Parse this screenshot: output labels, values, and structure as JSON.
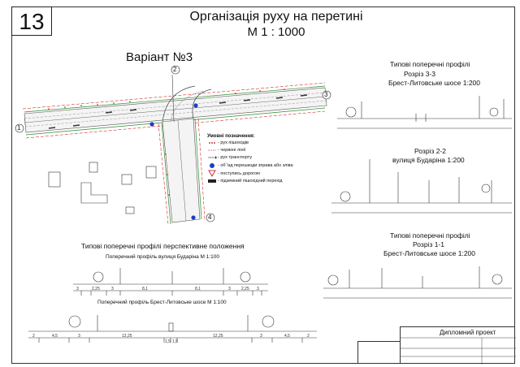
{
  "sheet_number": "13",
  "title": {
    "line1": "Організація руху на перетині",
    "line2": "М 1 : 1000"
  },
  "variant": "Варіант №3",
  "plan": {
    "markers": [
      "1",
      "2",
      "3",
      "4"
    ]
  },
  "legend": {
    "title": "Умовні позначення:",
    "items": [
      "- рух пішоходів",
      "- червоні лінії",
      "- рух транспорту",
      "- об`їзд перешкоди зправа або зліва",
      "- поступись дорогою",
      "- підземний пішохідний перехід"
    ]
  },
  "right_profiles": {
    "header_top": "Типові поперечні профілі",
    "section_33": {
      "title": "Розріз 3-3",
      "subtitle": "Брест-Литовське шосе 1:200"
    },
    "section_22": {
      "title": "Розріз 2-2",
      "subtitle": "вулиця Бударіна 1:200"
    },
    "header_bottom": "Типові поперечні профілі",
    "section_11": {
      "title": "Розріз 1-1",
      "subtitle": "Брест-Литовське шосе 1:200"
    }
  },
  "prospective": {
    "header": "Типові поперечні профілі перспективне положення",
    "budarina": {
      "title": "Поперечний профіль вулиця Бударіна   М 1:100",
      "dims": [
        "3",
        "2,25",
        "3",
        "8,1",
        "8,1",
        "3",
        "2,25",
        "3"
      ]
    },
    "brest": {
      "title": "Поперечний профіль Брест-Литовське шосе   М 1:100",
      "dims": [
        "2",
        "4,5",
        "3",
        "12,25",
        "1,5",
        "1,5",
        "12,25",
        "3",
        "4,5",
        "2"
      ]
    }
  },
  "stamp": {
    "title": "Дипломний проект"
  }
}
